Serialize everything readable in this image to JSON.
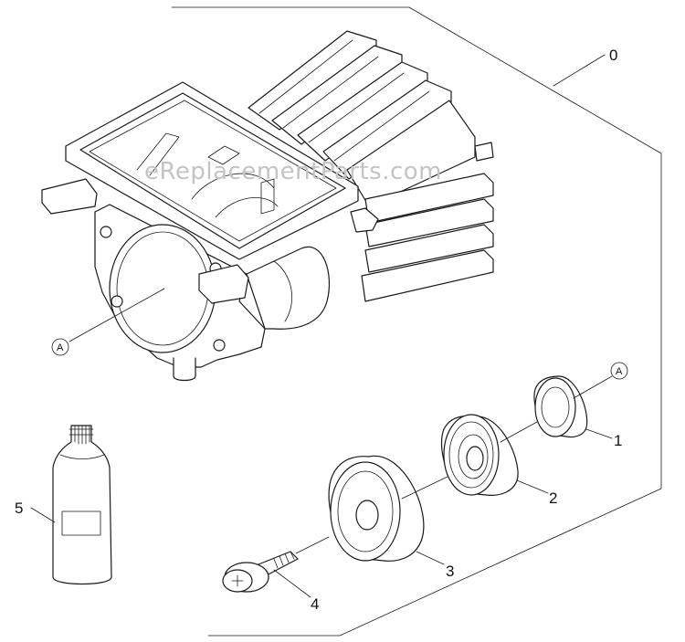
{
  "watermark": "eReplacementParts.com",
  "callouts": {
    "assembly": "0",
    "part1": "1",
    "part2": "2",
    "part3": "3",
    "part4": "4",
    "part5": "5",
    "ref_a_housing": "A",
    "ref_a_part1": "A"
  },
  "colors": {
    "line": "#1a1a1a",
    "watermark": "#c4c4c4",
    "background": "#ffffff"
  }
}
